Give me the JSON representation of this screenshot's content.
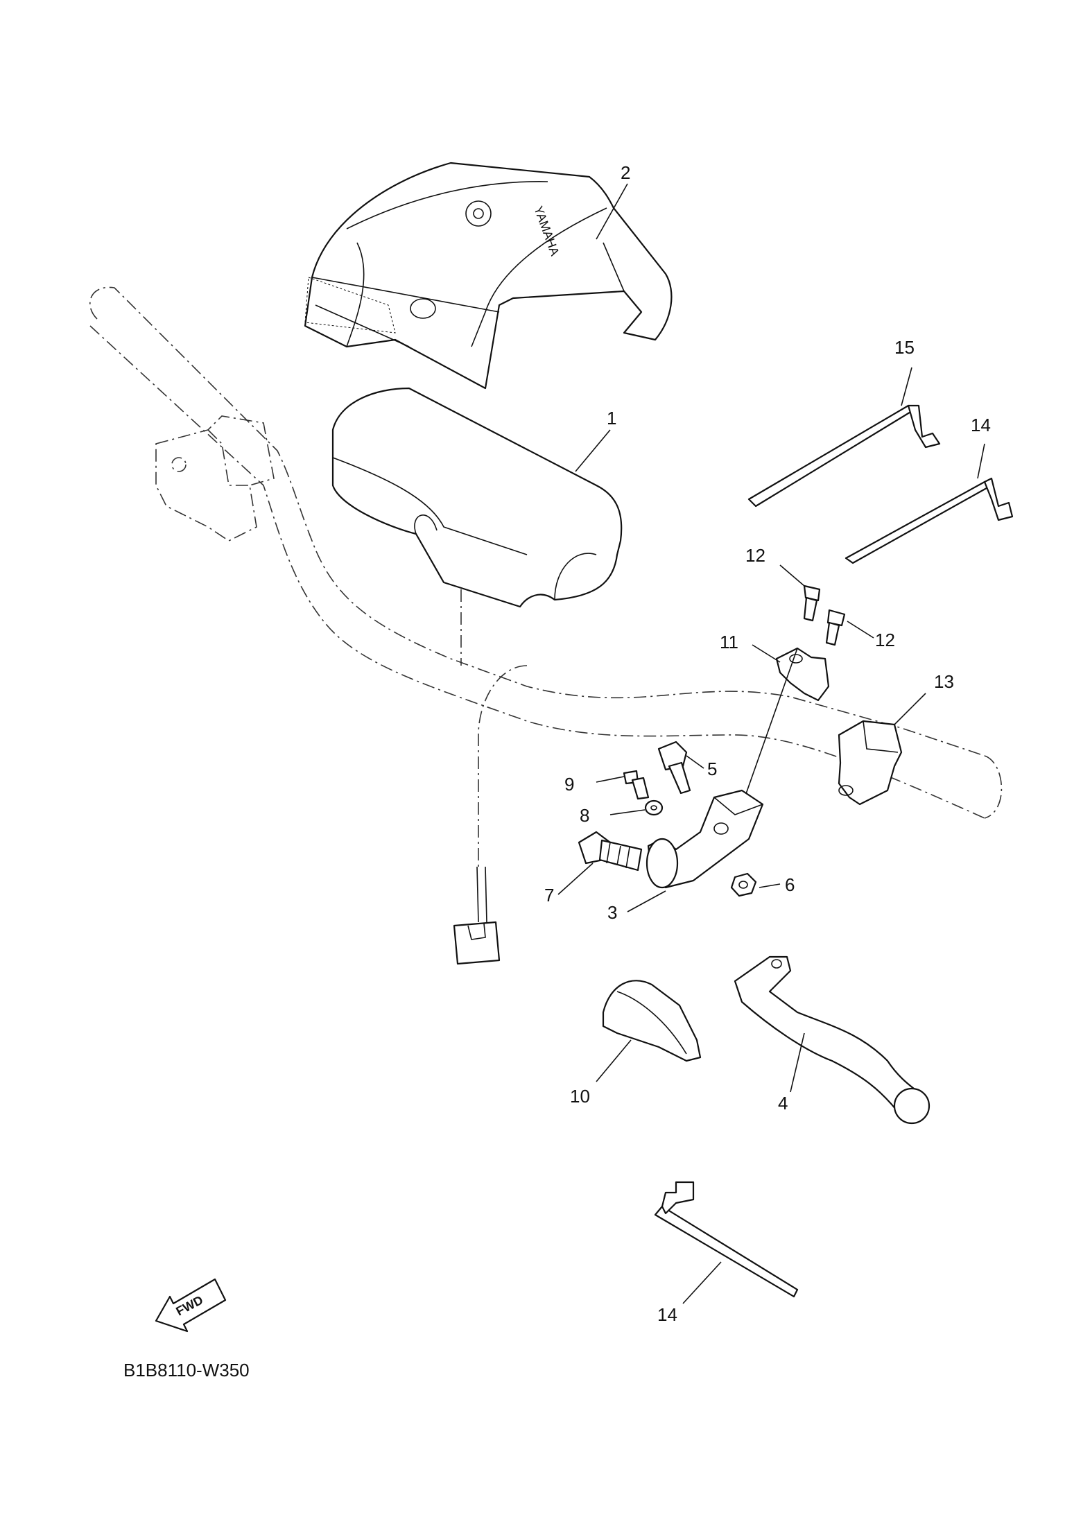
{
  "diagram": {
    "drawing_code": "B1B8110-W350",
    "direction_label": "FWD",
    "brand_mark": "YAMAHA",
    "callouts": [
      {
        "id": "c1",
        "text": "1"
      },
      {
        "id": "c2",
        "text": "2"
      },
      {
        "id": "c3",
        "text": "3"
      },
      {
        "id": "c4",
        "text": "4"
      },
      {
        "id": "c5",
        "text": "5"
      },
      {
        "id": "c6",
        "text": "6"
      },
      {
        "id": "c7",
        "text": "7"
      },
      {
        "id": "c8",
        "text": "8"
      },
      {
        "id": "c9",
        "text": "9"
      },
      {
        "id": "c10",
        "text": "10"
      },
      {
        "id": "c11",
        "text": "11"
      },
      {
        "id": "c12a",
        "text": "12"
      },
      {
        "id": "c12b",
        "text": "12"
      },
      {
        "id": "c13",
        "text": "13"
      },
      {
        "id": "c14a",
        "text": "14"
      },
      {
        "id": "c14b",
        "text": "14"
      },
      {
        "id": "c15",
        "text": "15"
      }
    ]
  }
}
